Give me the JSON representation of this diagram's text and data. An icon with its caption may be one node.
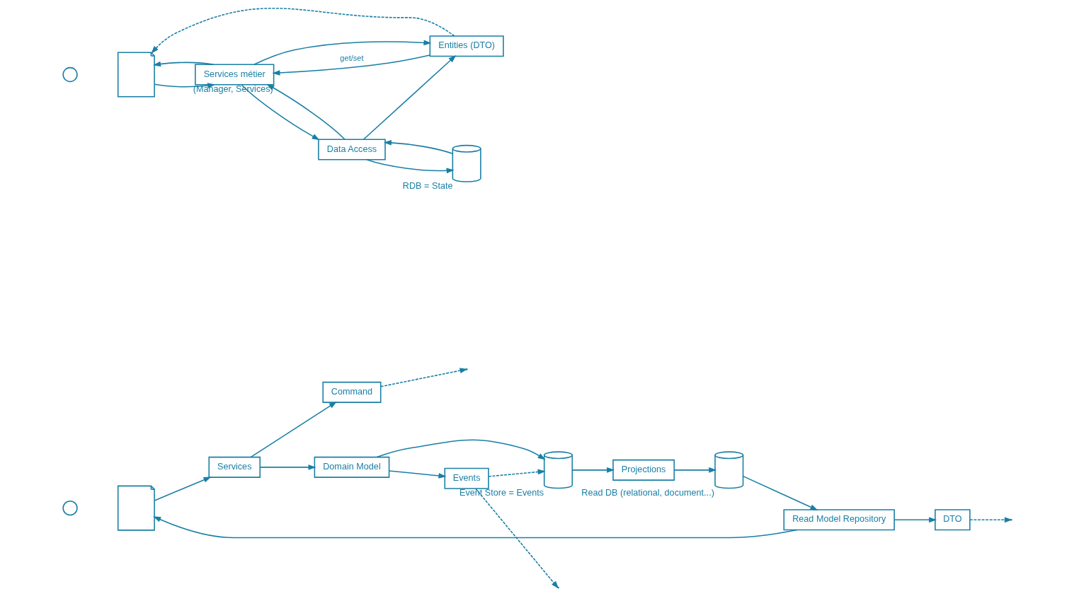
{
  "diagram": {
    "nodes": [
      {
        "text": [],
        "shape": "person"
      },
      {
        "text": [],
        "shape": "picture"
      },
      {
        "text": [
          "Entities (DTO)"
        ]
      },
      {
        "text": [
          "Services métier"
        ],
        "beside": [
          "(Manager, Services)"
        ]
      },
      {
        "text": [
          "Data Access"
        ]
      },
      {
        "text": [],
        "shape": "cylinder",
        "beside": [
          "RDB = State"
        ]
      },
      {
        "text": [],
        "shape": "person"
      },
      {
        "text": [],
        "shape": "picture"
      },
      {
        "text": [
          "Command"
        ]
      },
      {
        "text": [
          "Services"
        ]
      },
      {
        "text": [
          "Domain Model"
        ]
      },
      {
        "text": [
          "Events"
        ]
      },
      {
        "text": [],
        "shape": "cylinder",
        "beside": [
          "Event Store = Events"
        ]
      },
      {
        "text": [
          "Projections"
        ]
      },
      {
        "text": [],
        "shape": "cylinder",
        "beside": [
          "Read DB (relational, document...)"
        ]
      },
      {
        "text": [
          "Read Model Repository"
        ]
      },
      {
        "text": [
          "DTO"
        ]
      }
    ],
    "edges": [
      {
        "from": 2,
        "to": 1,
        "arrow": "to",
        "style": "dashed"
      },
      {
        "from": 1,
        "to": 3,
        "arrow": "to"
      },
      {
        "from": 3,
        "to": 1,
        "arrow": "to"
      },
      {
        "from": 3,
        "to": 2,
        "arrow": "to"
      },
      {
        "from": 2,
        "to": 3,
        "arrow": "to",
        "label": "get/set"
      },
      {
        "from": 3,
        "to": 4,
        "arrow": "to"
      },
      {
        "from": 4,
        "to": 3,
        "arrow": "to"
      },
      {
        "from": 4,
        "to": 2,
        "arrow": "to"
      },
      {
        "from": 4,
        "to": 5,
        "arrow": "to"
      },
      {
        "from": 5,
        "to": 4,
        "arrow": "to"
      },
      {
        "from": 8,
        "to": null,
        "arrow": "to",
        "style": "dashed"
      },
      {
        "from": 7,
        "to": 9,
        "arrow": "to"
      },
      {
        "from": 9,
        "to": 8,
        "arrow": "to"
      },
      {
        "from": 9,
        "to": 10,
        "arrow": "to"
      },
      {
        "from": 10,
        "to": 11,
        "arrow": "to"
      },
      {
        "from": 10,
        "to": 12,
        "arrow": "to"
      },
      {
        "from": 11,
        "to": 12,
        "arrow": "to",
        "style": "dashed"
      },
      {
        "from": 11,
        "to": null,
        "arrow": "to",
        "style": "dashed"
      },
      {
        "from": 12,
        "to": 13,
        "arrow": "to"
      },
      {
        "from": 13,
        "to": 14,
        "arrow": "to"
      },
      {
        "from": 14,
        "to": 15,
        "arrow": "to"
      },
      {
        "from": 15,
        "to": 16,
        "arrow": "to"
      },
      {
        "from": 15,
        "to": 7,
        "arrow": "to"
      },
      {
        "from": 16,
        "to": null,
        "arrow": "to",
        "style": "dashed"
      }
    ]
  }
}
